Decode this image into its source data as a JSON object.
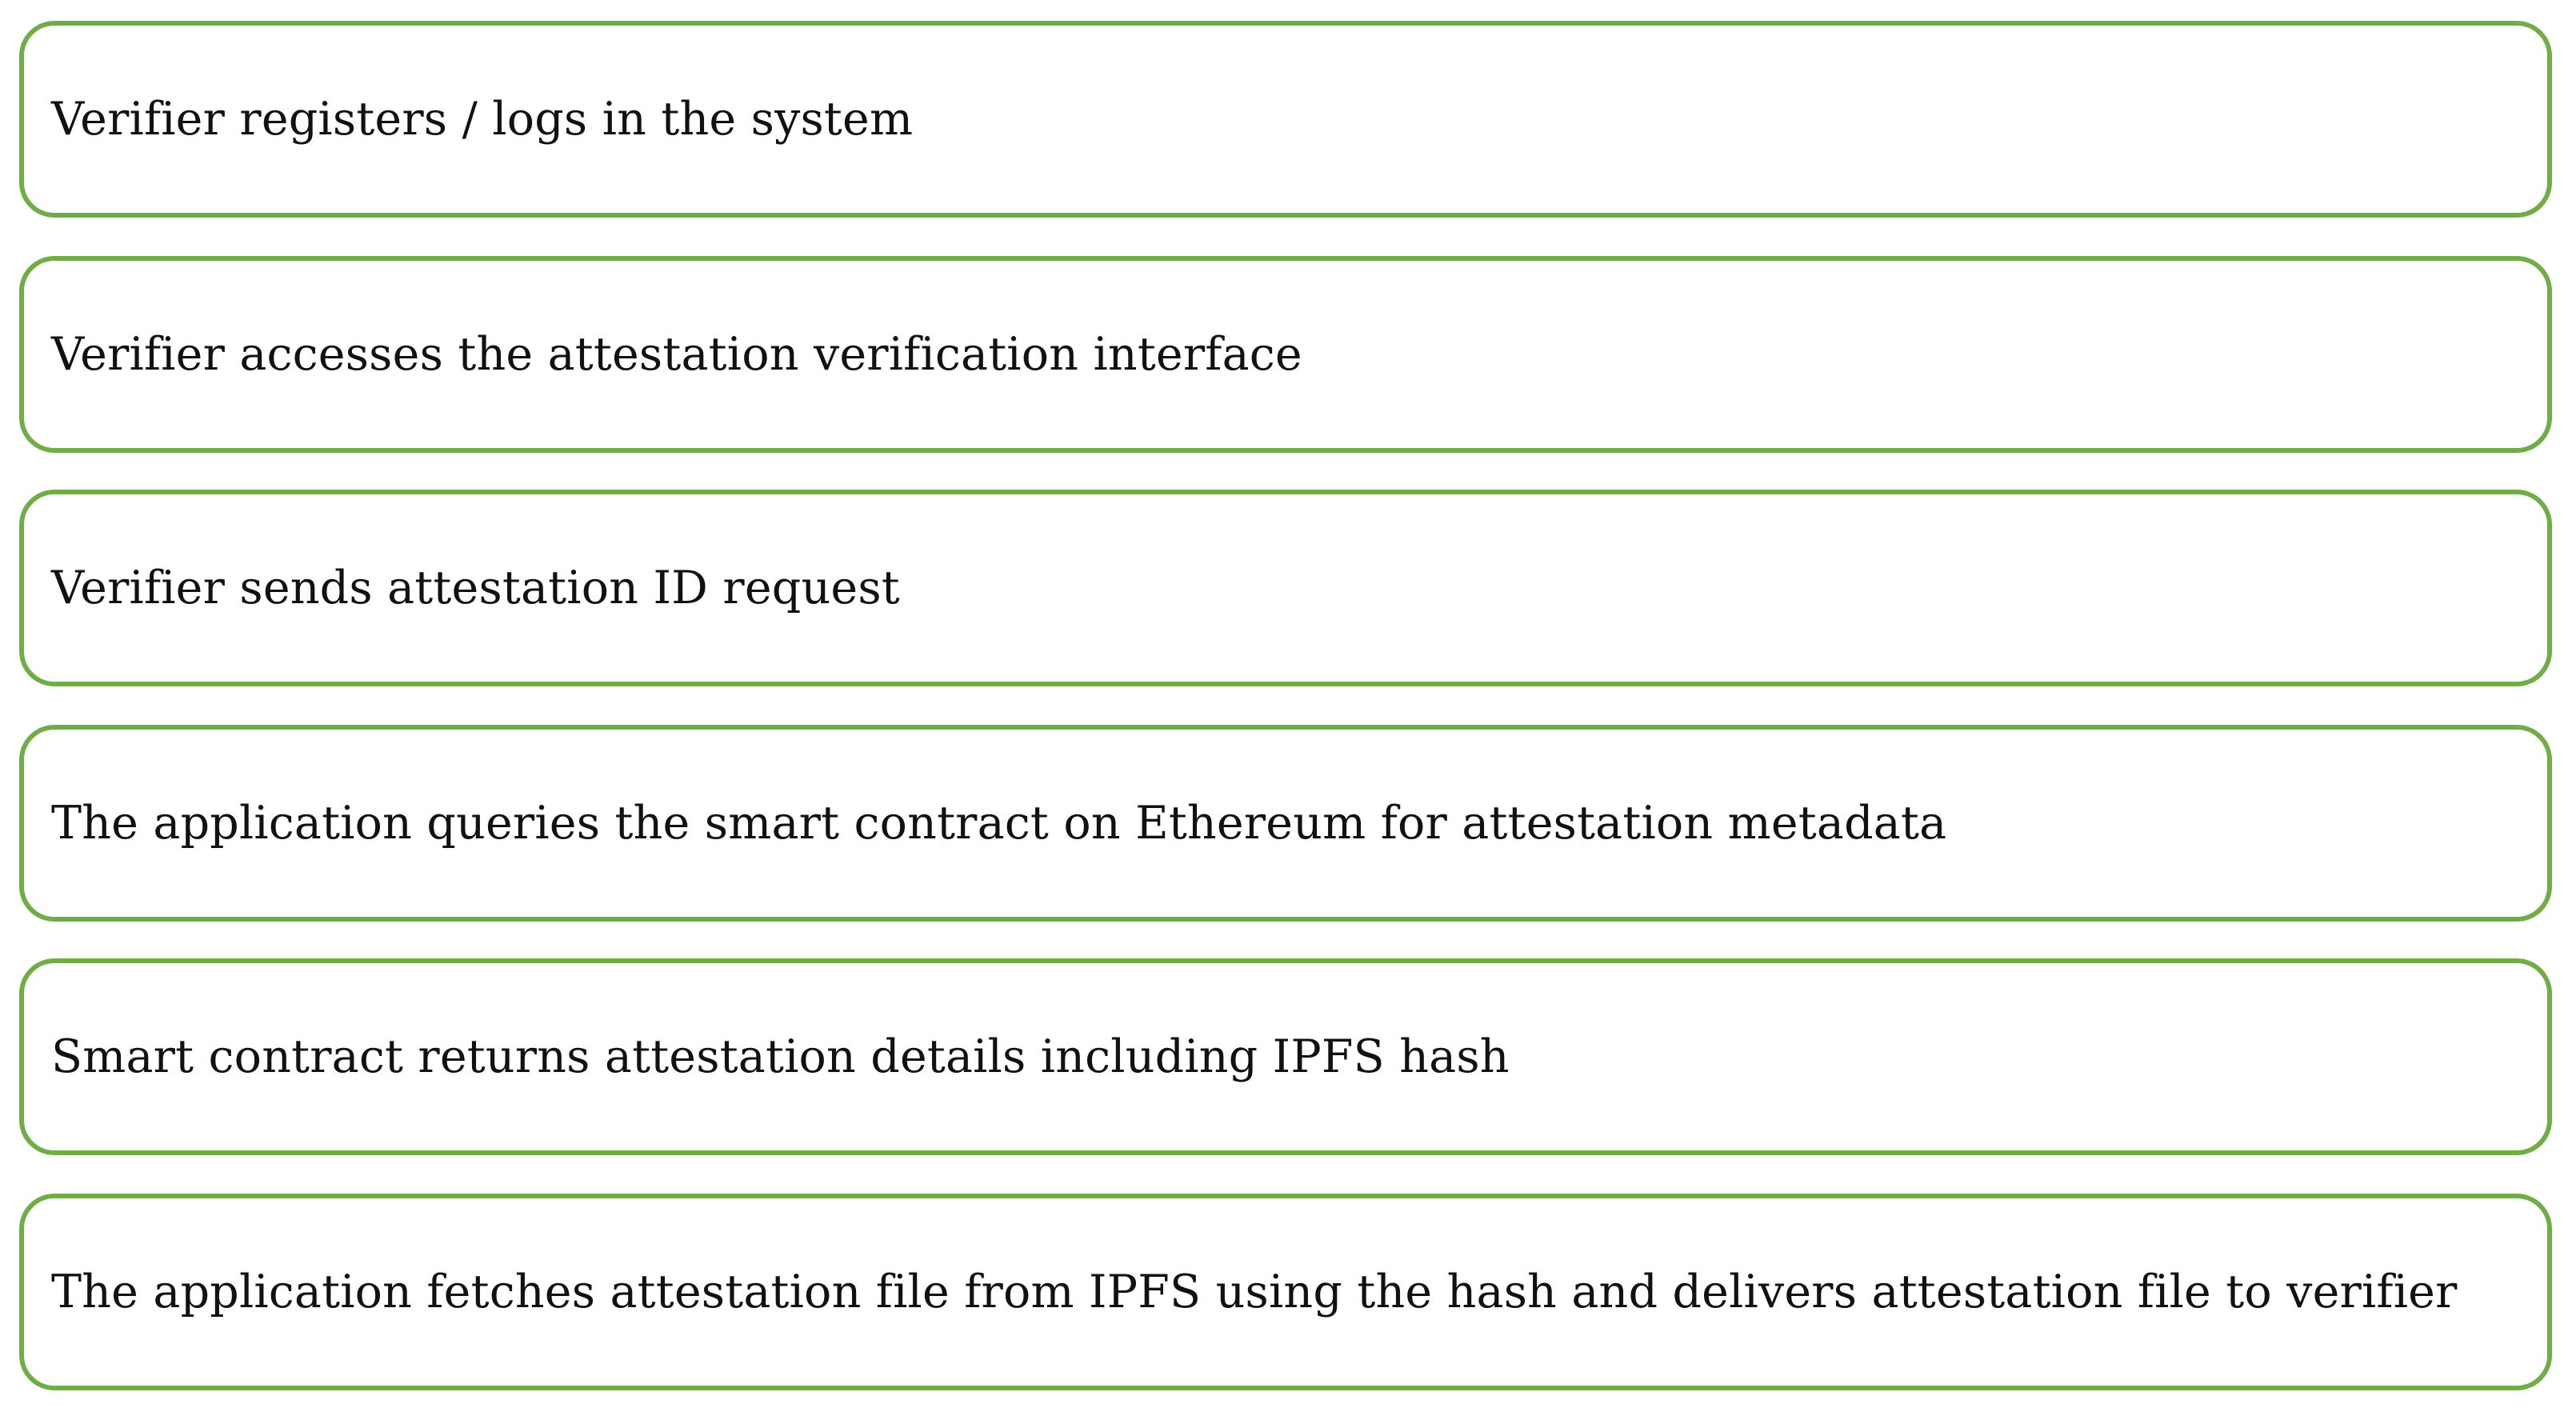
{
  "steps": [
    {
      "label": "Verifier registers / logs in the system"
    },
    {
      "label": "Verifier accesses the attestation verification interface"
    },
    {
      "label": "Verifier sends attestation ID request"
    },
    {
      "label": "The application queries the smart contract on Ethereum for attestation metadata"
    },
    {
      "label": "Smart contract returns attestation details including IPFS hash"
    },
    {
      "label": "The application fetches attestation file from IPFS using the hash and delivers attestation file to verifier"
    }
  ],
  "colors": {
    "box_border": "#70ad47",
    "text": "#111111",
    "background": "#ffffff"
  }
}
